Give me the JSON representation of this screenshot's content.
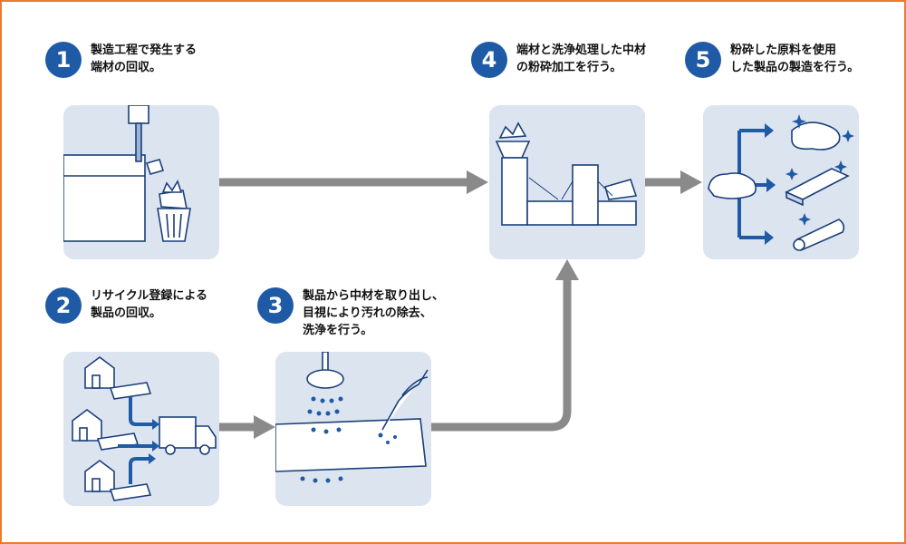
{
  "steps": [
    {
      "number": "1",
      "lines": [
        "製造工程で発生する",
        "端材の回収。"
      ]
    },
    {
      "number": "2",
      "lines": [
        "リサイクル登録による",
        "製品の回収。"
      ]
    },
    {
      "number": "3",
      "lines": [
        "製品から中材を取り出し、",
        "目視により汚れの除去、",
        "洗浄を行う。"
      ]
    },
    {
      "number": "4",
      "lines": [
        "端材と洗浄処理した中材",
        "の粉砕加工を行う。"
      ]
    },
    {
      "number": "5",
      "lines": [
        "粉砕した原料を使用",
        "した製品の製造を行う。"
      ]
    }
  ],
  "colors": {
    "accent": "#1f5aa6",
    "panel": "#dce4f0",
    "arrow": "#8a8a8a",
    "frame": "#ec7a2a",
    "line_art": "#1a3f7a"
  },
  "icons": {
    "panel1": "factory-cutting-scrap-bin",
    "panel2": "houses-to-truck",
    "panel3": "shower-washing-and-tweezers",
    "panel4": "crushing-machine",
    "panel5": "branching-to-products"
  }
}
